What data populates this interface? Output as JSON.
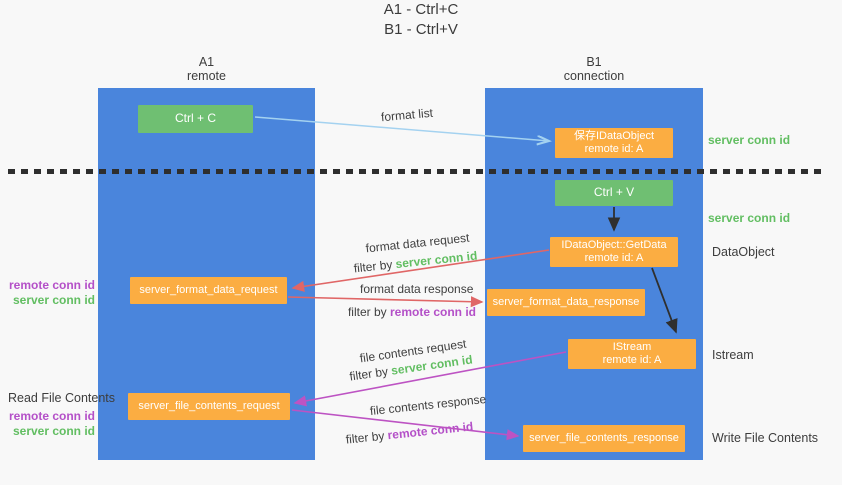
{
  "title": {
    "line1": "A1 - Ctrl+C",
    "line2": "B1 - Ctrl+V"
  },
  "columns": {
    "left": {
      "name": "A1",
      "subtitle": "remote"
    },
    "right": {
      "name": "B1",
      "subtitle": "connection"
    }
  },
  "nodes": {
    "ctrl_c": {
      "label": "Ctrl + C"
    },
    "save_idataobject": {
      "line1": "保存IDataObject",
      "line2": "remote id: A"
    },
    "ctrl_v": {
      "label": "Ctrl + V"
    },
    "getdata": {
      "line1": "IDataObject::GetData",
      "line2": "remote id: A"
    },
    "format_request": {
      "label": "server_format_data_request"
    },
    "format_response": {
      "label": "server_format_data_response"
    },
    "istream": {
      "line1": "IStream",
      "line2": "remote id: A"
    },
    "file_request": {
      "label": "server_file_contents_request"
    },
    "file_response": {
      "label": "server_file_contents_response"
    }
  },
  "annotations": {
    "format_list": "format list",
    "format_data_request": "format data request",
    "format_data_response": "format data response",
    "file_contents_request": "file contents request",
    "file_contents_response": "file contents response",
    "filter_by": "filter by",
    "server_conn_id": "server conn id",
    "remote_conn_id": "remote conn id"
  },
  "side_labels": {
    "right_server_conn_id_top": "server conn id",
    "right_server_conn_id_mid": "server conn id",
    "dataobject": "DataObject",
    "istream": "Istream",
    "write_file_contents": "Write File Contents",
    "left_remote_conn_id_1": "remote conn id",
    "left_server_conn_id_1": "server conn id",
    "read_file_contents": "Read File Contents",
    "left_remote_conn_id_2": "remote conn id",
    "left_server_conn_id_2": "server conn id"
  },
  "colors": {
    "column_blue": "#4a85dc",
    "box_green": "#6fbf72",
    "box_orange": "#fbad42",
    "label_green": "#62be62",
    "label_purple": "#b450c8",
    "arrow_red": "#e06666",
    "arrow_magenta": "#bd53c3",
    "arrow_light_blue": "#a4d2f0",
    "arrow_black": "#2f2f2f"
  }
}
